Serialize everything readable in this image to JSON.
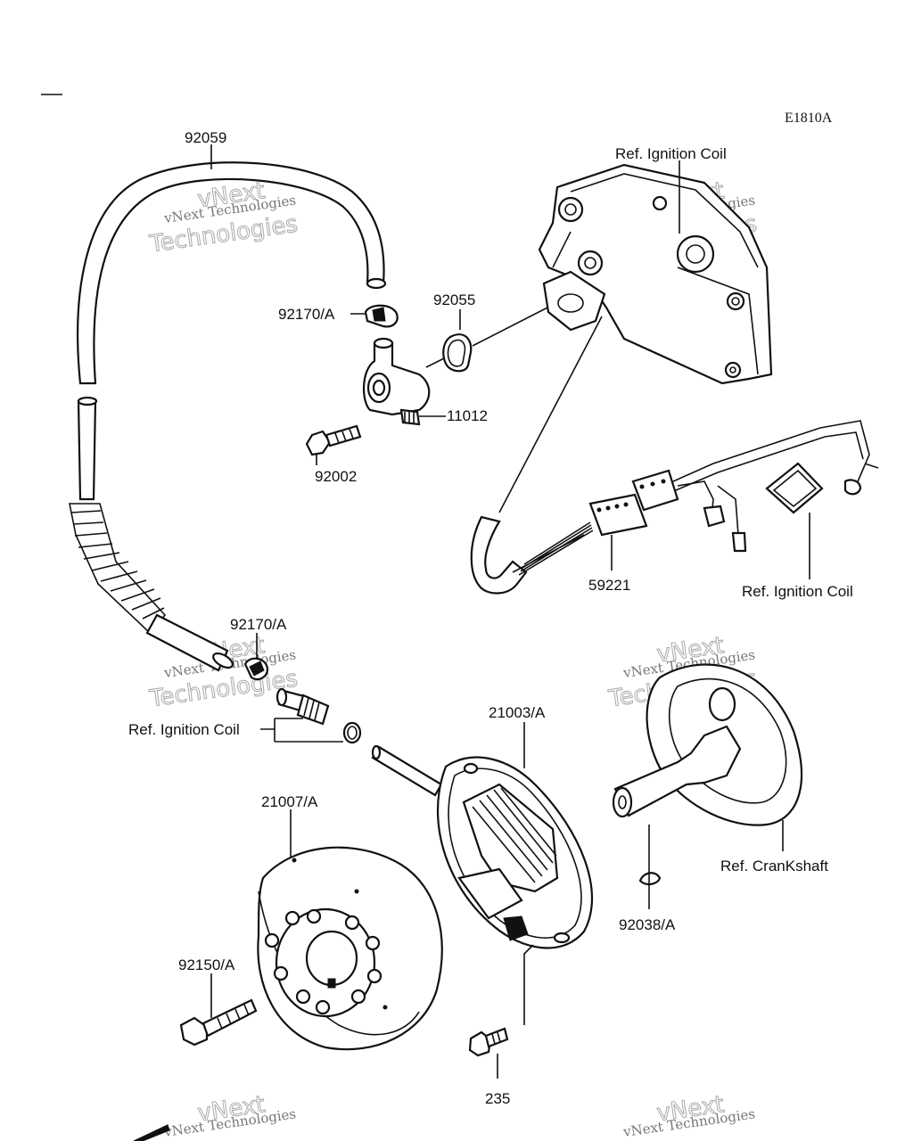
{
  "diagram_code": "E1810A",
  "watermark": {
    "line1": "vNext Technologies",
    "line2": "vNext",
    "line3": "Technologies"
  },
  "parts": [
    {
      "id": "p-92059",
      "number": "92059"
    },
    {
      "id": "p-92170a-top",
      "number": "92170/A"
    },
    {
      "id": "p-92055",
      "number": "92055"
    },
    {
      "id": "p-11012",
      "number": "11012"
    },
    {
      "id": "p-92002",
      "number": "92002"
    },
    {
      "id": "p-59221",
      "number": "59221"
    },
    {
      "id": "p-92170a-mid",
      "number": "92170/A"
    },
    {
      "id": "p-21003a",
      "number": "21003/A"
    },
    {
      "id": "p-21007a",
      "number": "21007/A"
    },
    {
      "id": "p-92150a",
      "number": "92150/A"
    },
    {
      "id": "p-92038a",
      "number": "92038/A"
    },
    {
      "id": "p-235",
      "number": "235"
    }
  ],
  "references": [
    {
      "id": "ref-ignition-coil-top",
      "text": "Ref. Ignition Coil"
    },
    {
      "id": "ref-ignition-coil-right",
      "text": "Ref. Ignition Coil"
    },
    {
      "id": "ref-ignition-coil-left",
      "text": "Ref. Ignition Coil"
    },
    {
      "id": "ref-crankshaft",
      "text": "Ref. CranKshaft"
    }
  ]
}
